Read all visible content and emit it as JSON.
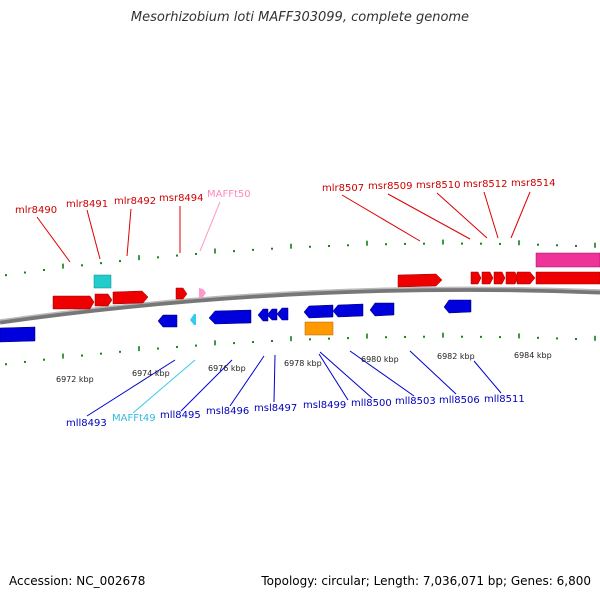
{
  "title": "Mesorhizobium loti MAFF303099, complete genome",
  "footer": {
    "accession": "Accession: NC_002678",
    "summary": "Topology: circular; Length: 7,036,071 bp; Genes: 6,800"
  },
  "colors": {
    "forward_gene": "#ff0000",
    "reverse_gene": "#0000ee",
    "trna": "#ff99cc",
    "trna_reverse": "#33ccee",
    "misc_cyan": "#22cccc",
    "misc_orange": "#ff9900",
    "misc_pink": "#ee3399",
    "axis": "#888888",
    "tick": "#007700"
  },
  "scale_labels": [
    "6972 kbp",
    "6974 kbp",
    "6976 kbp",
    "6978 kbp",
    "6980 kbp",
    "6982 kbp",
    "6984 kbp"
  ],
  "top_labels": [
    "mlr8490",
    "mlr8491",
    "mlr8492",
    "msr8494",
    "MAFFt50",
    "mlr8507",
    "msr8509",
    "msr8510",
    "msr8512",
    "msr8514"
  ],
  "bottom_labels": [
    "mll8493",
    "MAFFt49",
    "mll8495",
    "msl8496",
    "msl8497",
    "msl8499",
    "mll8500",
    "mll8503",
    "mll8506",
    "mll8511"
  ]
}
